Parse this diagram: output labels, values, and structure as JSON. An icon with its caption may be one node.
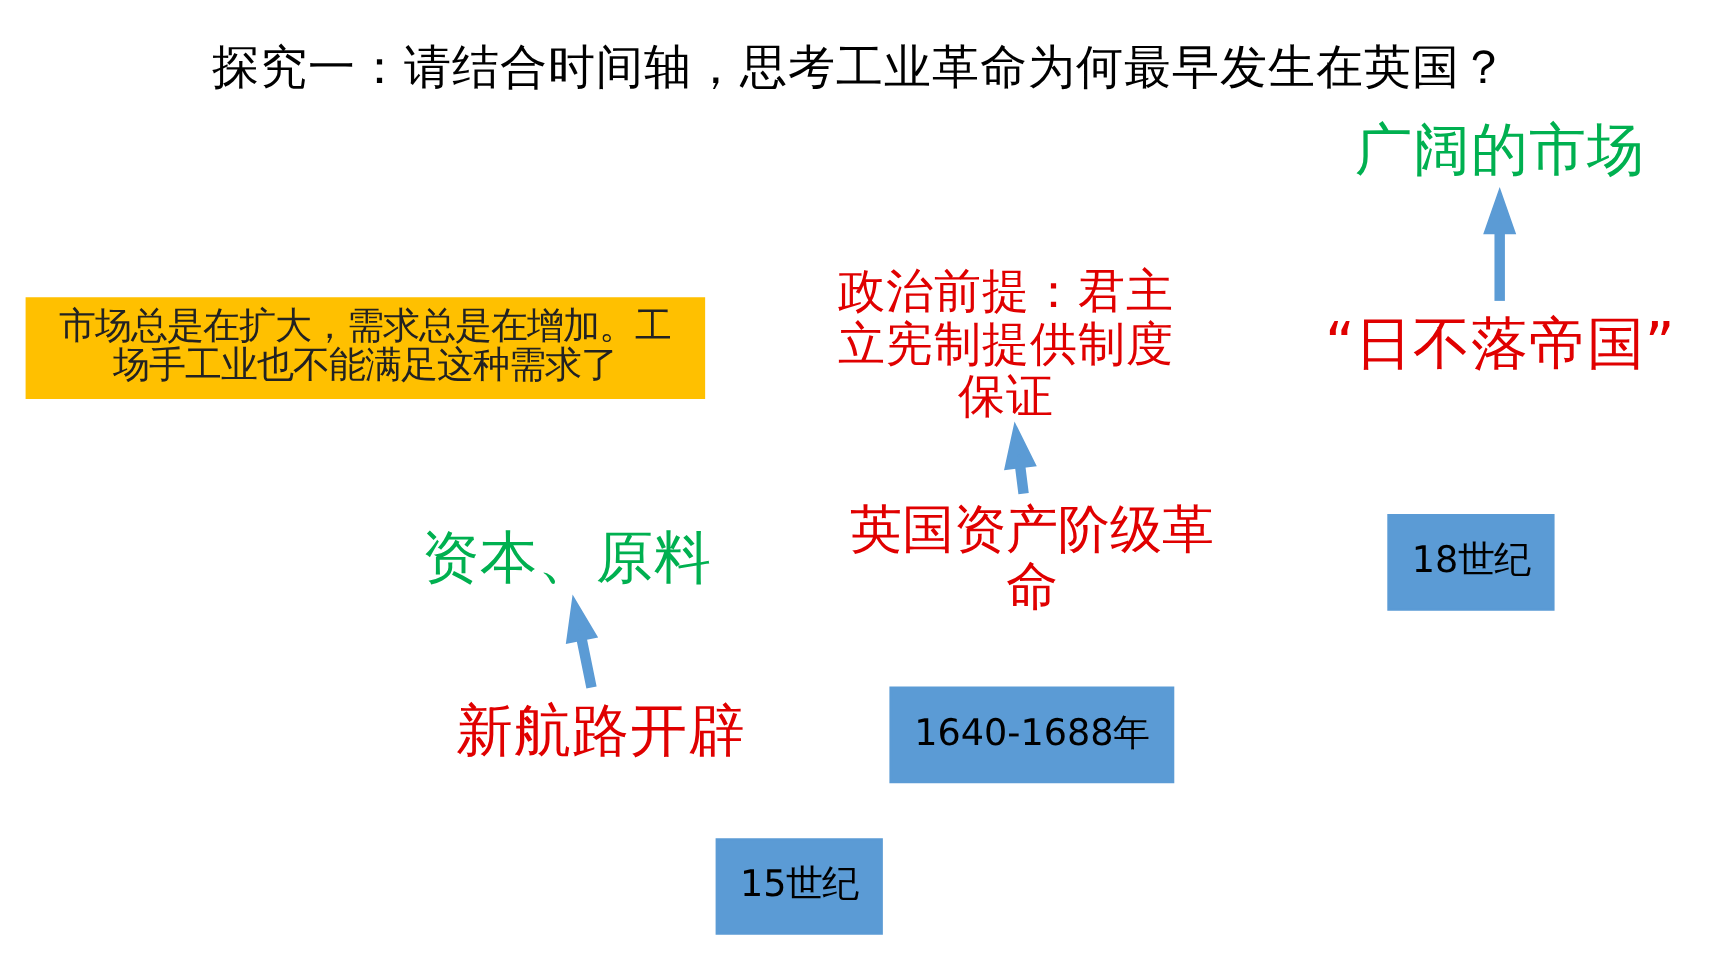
{
  "diagram": {
    "title": "探究一：请结合时间轴，思考工业革命为何最早发生在英国？",
    "nodes": [
      {
        "text": [
          "市场总是在扩大，需求总是在增加。工场手工业也不能满足这种需求了"
        ]
      },
      {
        "text": [
          "资本、原料"
        ]
      },
      {
        "text": [
          "新航路开辟"
        ]
      },
      {
        "text": [
          "政治前提：君主立宪制提供制度保证"
        ]
      },
      {
        "text": [
          "英国资产阶级革命"
        ]
      },
      {
        "text": [
          "广阔的市场"
        ]
      },
      {
        "text": [
          "“日不落帝国”"
        ]
      }
    ],
    "edges": [
      {
        "from": 2,
        "to": 1,
        "arrow": "to"
      },
      {
        "from": 4,
        "to": 3,
        "arrow": "to"
      },
      {
        "from": 6,
        "to": 5,
        "arrow": "to"
      }
    ],
    "labels": [
      "15世纪",
      "1640-1688年",
      "18世纪"
    ]
  }
}
